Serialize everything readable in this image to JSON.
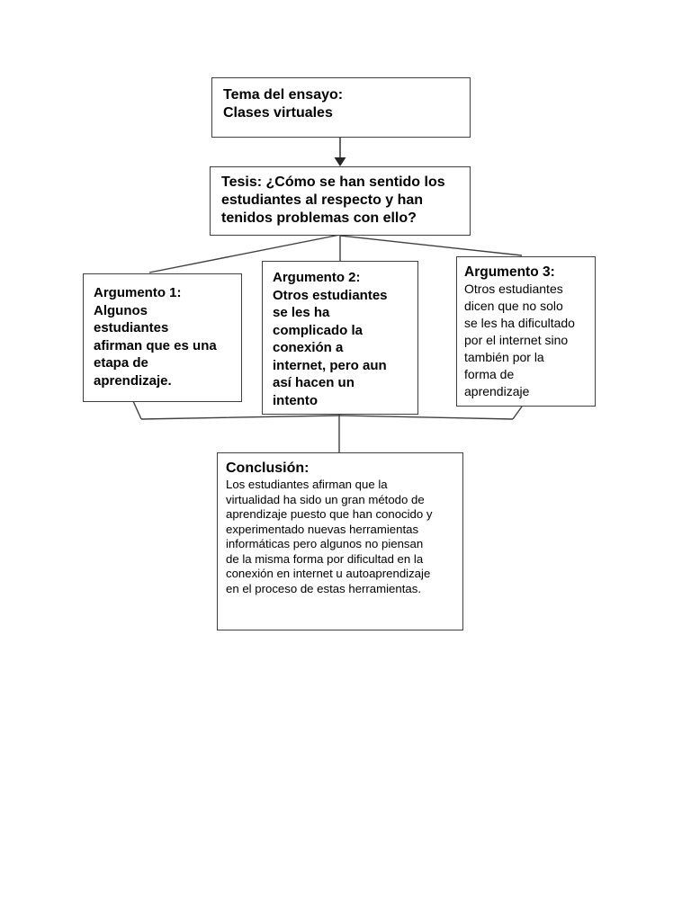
{
  "colors": {
    "background": "#ffffff",
    "box_border": "#3f3f3f",
    "connector": "#3f3f3f",
    "text": "#000000"
  },
  "diagram": {
    "tema": {
      "text": "Tema del ensayo:\nClases virtuales"
    },
    "tesis": {
      "text": "Tesis: ¿Cómo se han sentido los\nestudiantes al respecto y han\ntenidos problemas con ello?"
    },
    "argumento1": {
      "text": "Argumento 1:\nAlgunos\nestudiantes\nafirman que es una\netapa de\naprendizaje."
    },
    "argumento2": {
      "text": "Argumento 2:\nOtros estudiantes\nse les ha\ncomplicado la\nconexión a\ninternet, pero aun\nasí hacen un\nintento"
    },
    "argumento3": {
      "title": "Argumento 3:",
      "body": "Otros estudiantes\ndicen que no solo\nse les ha dificultado\npor el internet sino\ntambién por la\nforma de\naprendizaje"
    },
    "conclusion": {
      "title": "Conclusión:",
      "body": "Los estudiantes afirman que la\nvirtualidad ha sido un gran método de\naprendizaje puesto que han conocido y\nexperimentado nuevas herramientas\ninformáticas pero algunos no piensan\nde la misma forma por dificultad en la\nconexión en internet u autoaprendizaje\nen el proceso de estas herramientas."
    }
  }
}
